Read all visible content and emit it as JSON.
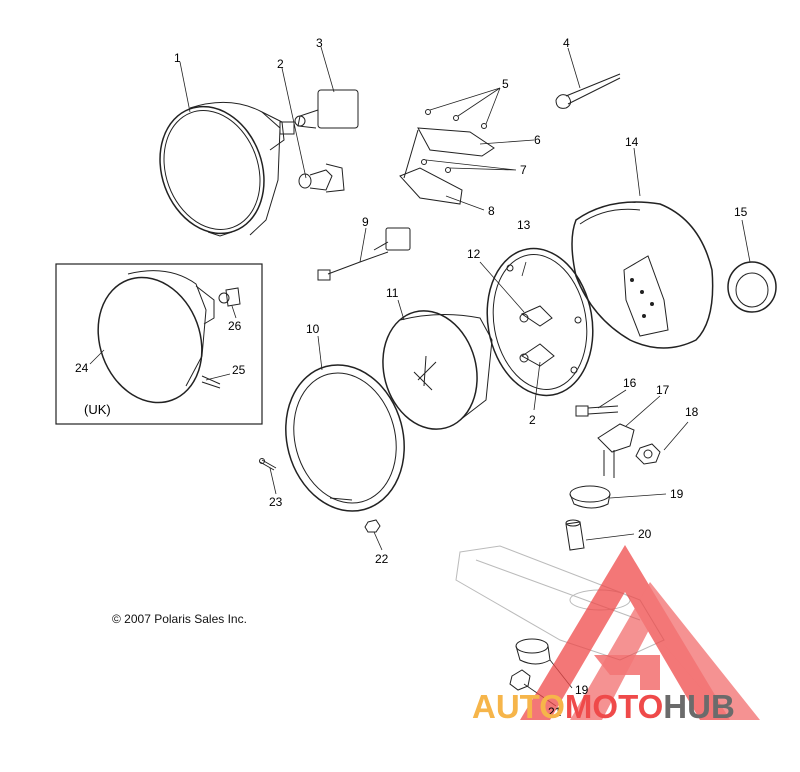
{
  "callouts": {
    "c1": "1",
    "c2a": "2",
    "c2b": "2",
    "c3": "3",
    "c4": "4",
    "c5": "5",
    "c6": "6",
    "c7": "7",
    "c8": "8",
    "c9": "9",
    "c10": "10",
    "c11": "11",
    "c12": "12",
    "c13": "13",
    "c14": "14",
    "c15": "15",
    "c16": "16",
    "c17": "17",
    "c18": "18",
    "c19a": "19",
    "c19b": "19",
    "c20": "20",
    "c21": "21",
    "c22": "22",
    "c23": "23",
    "c24": "24",
    "c25": "25",
    "c26": "26"
  },
  "inset_label": "(UK)",
  "copyright": "© 2007 Polaris Sales Inc.",
  "watermark": {
    "part1": "AUTO",
    "part2": "MOTO",
    "part3": "HUB"
  },
  "colors": {
    "line": "#222222",
    "watermark_red": "#ef4a4a",
    "watermark_orange": "#f6b54a",
    "watermark_gray": "#6b6b6b"
  }
}
